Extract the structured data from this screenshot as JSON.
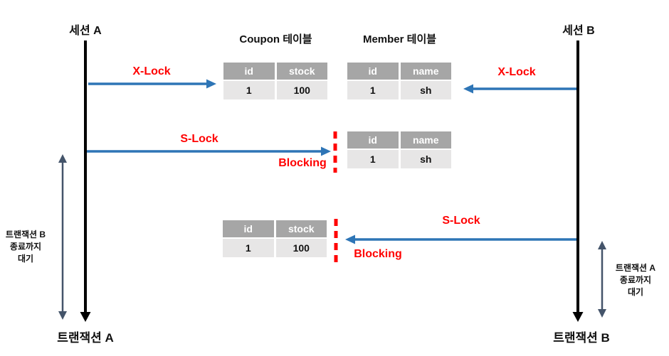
{
  "sessions": {
    "a": "세션 A",
    "b": "세션 B"
  },
  "transactions": {
    "a": "트랜잭션 A",
    "b": "트랜잭션 B"
  },
  "locks": {
    "xlock_a": "X-Lock",
    "slock_a": "S-Lock",
    "blocking_a": "Blocking",
    "xlock_b": "X-Lock",
    "slock_b": "S-Lock",
    "blocking_b": "Blocking"
  },
  "waits": {
    "left": {
      "line1": "트랜잭션 B",
      "line2": "종료까지",
      "line3": "대기"
    },
    "right": {
      "line1": "트랜잭션 A",
      "line2": "종료까지",
      "line3": "대기"
    }
  },
  "tables": {
    "coupon_top": {
      "title": "Coupon 테이블",
      "headers": [
        "id",
        "stock"
      ],
      "row": [
        "1",
        "100"
      ]
    },
    "member_top": {
      "title": "Member 테이블",
      "headers": [
        "id",
        "name"
      ],
      "row": [
        "1",
        "sh"
      ]
    },
    "member_mid": {
      "headers": [
        "id",
        "name"
      ],
      "row": [
        "1",
        "sh"
      ]
    },
    "coupon_bottom": {
      "headers": [
        "id",
        "stock"
      ],
      "row": [
        "1",
        "100"
      ]
    }
  },
  "colors": {
    "lock_arrow_blue": "#2E75B6",
    "wait_arrow_dark": "#44546A",
    "lock_text_red": "#FF0000",
    "blocking_dash_red": "#FF0000",
    "table_header_bg": "#A6A6A6",
    "table_row_bg": "#E7E6E6",
    "session_line_black": "#000000"
  }
}
